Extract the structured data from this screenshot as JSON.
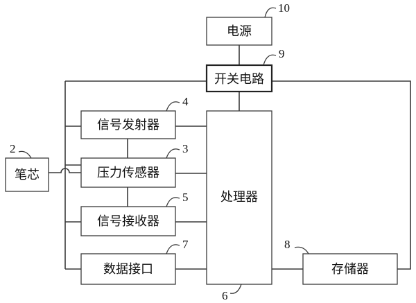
{
  "blocks": {
    "power": {
      "label": "电源",
      "ref": "10"
    },
    "switch": {
      "label": "开关电路",
      "ref": "9"
    },
    "signal_tx": {
      "label": "信号发射器",
      "ref": "4"
    },
    "pressure": {
      "label": "压力传感器",
      "ref": "3"
    },
    "signal_rx": {
      "label": "信号接收器",
      "ref": "5"
    },
    "data_port": {
      "label": "数据接口",
      "ref": "7"
    },
    "processor": {
      "label": "处理器",
      "ref": "6"
    },
    "storage": {
      "label": "存储器",
      "ref": "8"
    },
    "pen_core": {
      "label": "笔芯",
      "ref": "2"
    }
  }
}
